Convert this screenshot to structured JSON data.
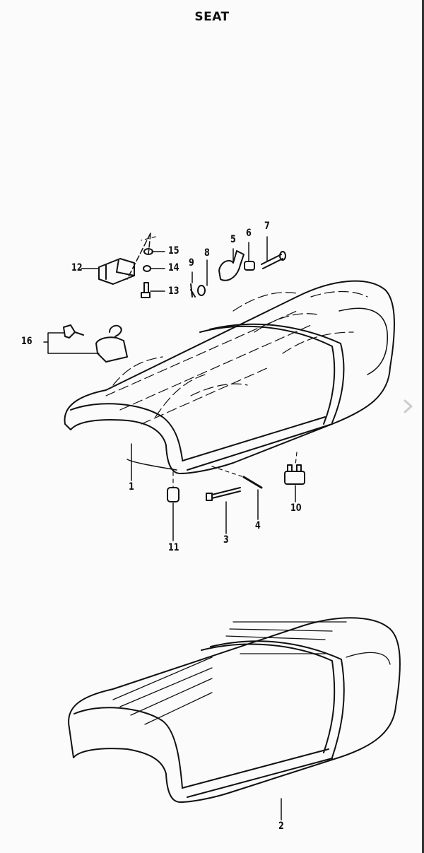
{
  "page": {
    "title": "SEAT"
  },
  "callouts": {
    "p1": "1",
    "p2": "2",
    "p3": "3",
    "p4": "4",
    "p5": "5",
    "p6": "6",
    "p7": "7",
    "p8": "8",
    "p9": "9",
    "p10": "10",
    "p11": "11",
    "p12": "12",
    "p13": "13",
    "p14": "14",
    "p15": "15",
    "p16": "16"
  },
  "navigation": {
    "next_icon": "chevron-right-icon"
  }
}
